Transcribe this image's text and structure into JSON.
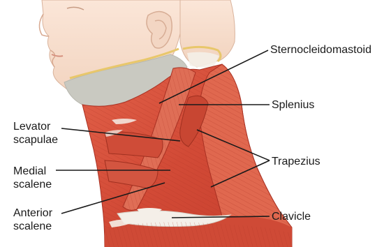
{
  "labels": {
    "sternocleidomastoid": "Sternocleidomastoid",
    "splenius": "Splenius",
    "trapezius": "Trapezius",
    "clavicle": "Clavicle",
    "levator_scapulae": [
      "Levator",
      "scapulae"
    ],
    "medial_scalene": [
      "Medial",
      "scalene"
    ],
    "anterior_scalene": [
      "Anterior",
      "scalene"
    ]
  },
  "colors": {
    "skin": "#f6dccb",
    "skin_shadow": "#e9c4ad",
    "muscle": "#d9553f",
    "muscle_dark": "#b9392a",
    "muscle_light": "#ea8a70",
    "tendon": "#f4efe8",
    "bone_gray": "#c9c9c1",
    "fat_yellow": "#e8c76b",
    "leader_line": "#1a1a1a"
  }
}
